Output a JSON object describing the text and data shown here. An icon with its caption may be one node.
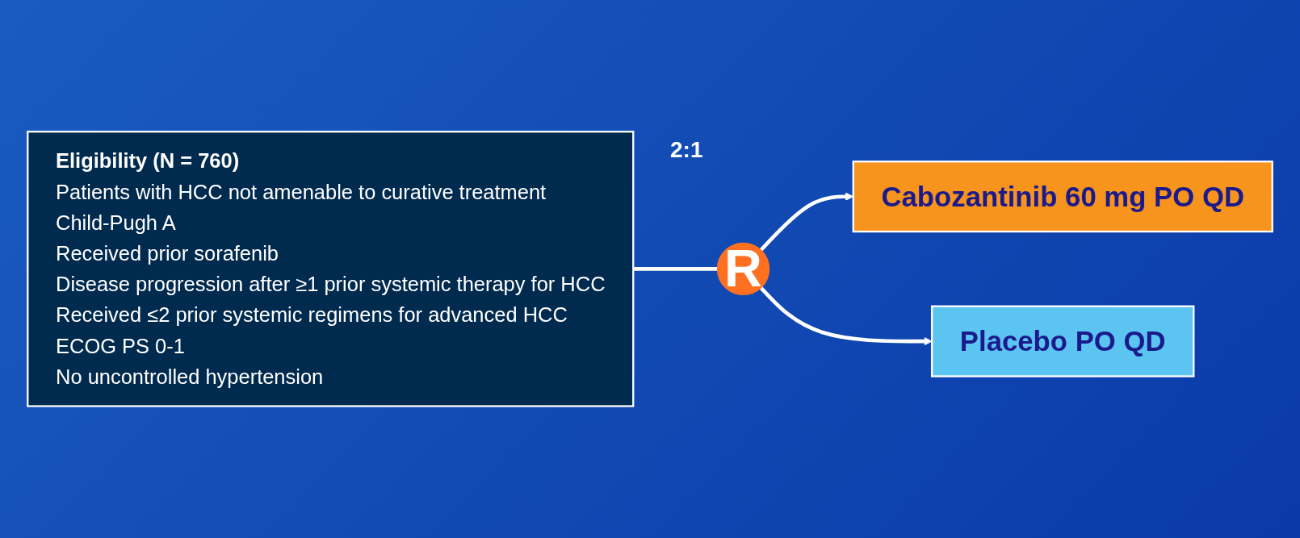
{
  "diagram": {
    "nodes": [
      {
        "text": [
          "Eligibility (N = 760)",
          "Patients with HCC not amenable to curative treatment",
          "Child-Pugh A",
          "Received prior sorafenib",
          "Disease progression after ≥1 prior systemic therapy for HCC",
          "Received ≤2 prior systemic regimens for advanced HCC",
          "ECOG PS 0-1",
          "No uncontrolled hypertension"
        ]
      },
      {
        "text": [
          "R"
        ]
      },
      {
        "text": [
          "Cabozantinib 60 mg PO QD"
        ]
      },
      {
        "text": [
          "Placebo PO QD"
        ]
      }
    ],
    "edges": [
      {
        "from": 0,
        "to": 1,
        "arrow": "none"
      },
      {
        "from": 1,
        "to": 2,
        "arrow": "to"
      },
      {
        "from": 1,
        "to": 3,
        "arrow": "to"
      }
    ],
    "labels": [
      "2:1"
    ]
  }
}
